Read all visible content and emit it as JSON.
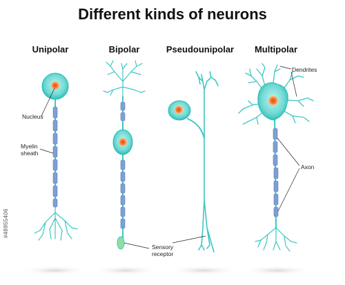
{
  "title": "Different kinds of neurons",
  "neurons": [
    {
      "name": "Unipolar"
    },
    {
      "name": "Bipolar"
    },
    {
      "name": "Pseudounipolar"
    },
    {
      "name": "Multipolar"
    }
  ],
  "labels": {
    "nucleus": "Nucleus",
    "myelin_line1": "Myelin",
    "myelin_line2": "sheath",
    "dendrites": "Dendrites",
    "axon": "Axon",
    "sensory_line1": "Sensory",
    "sensory_line2": "receptor"
  },
  "watermark_id": "#48955406",
  "colors": {
    "axon": "#3cc7c3",
    "cell": "#7fe0db",
    "myelin": "#7da0d4",
    "nucleus": "#f2692a",
    "nucleus_ring": "#f7b27a"
  }
}
